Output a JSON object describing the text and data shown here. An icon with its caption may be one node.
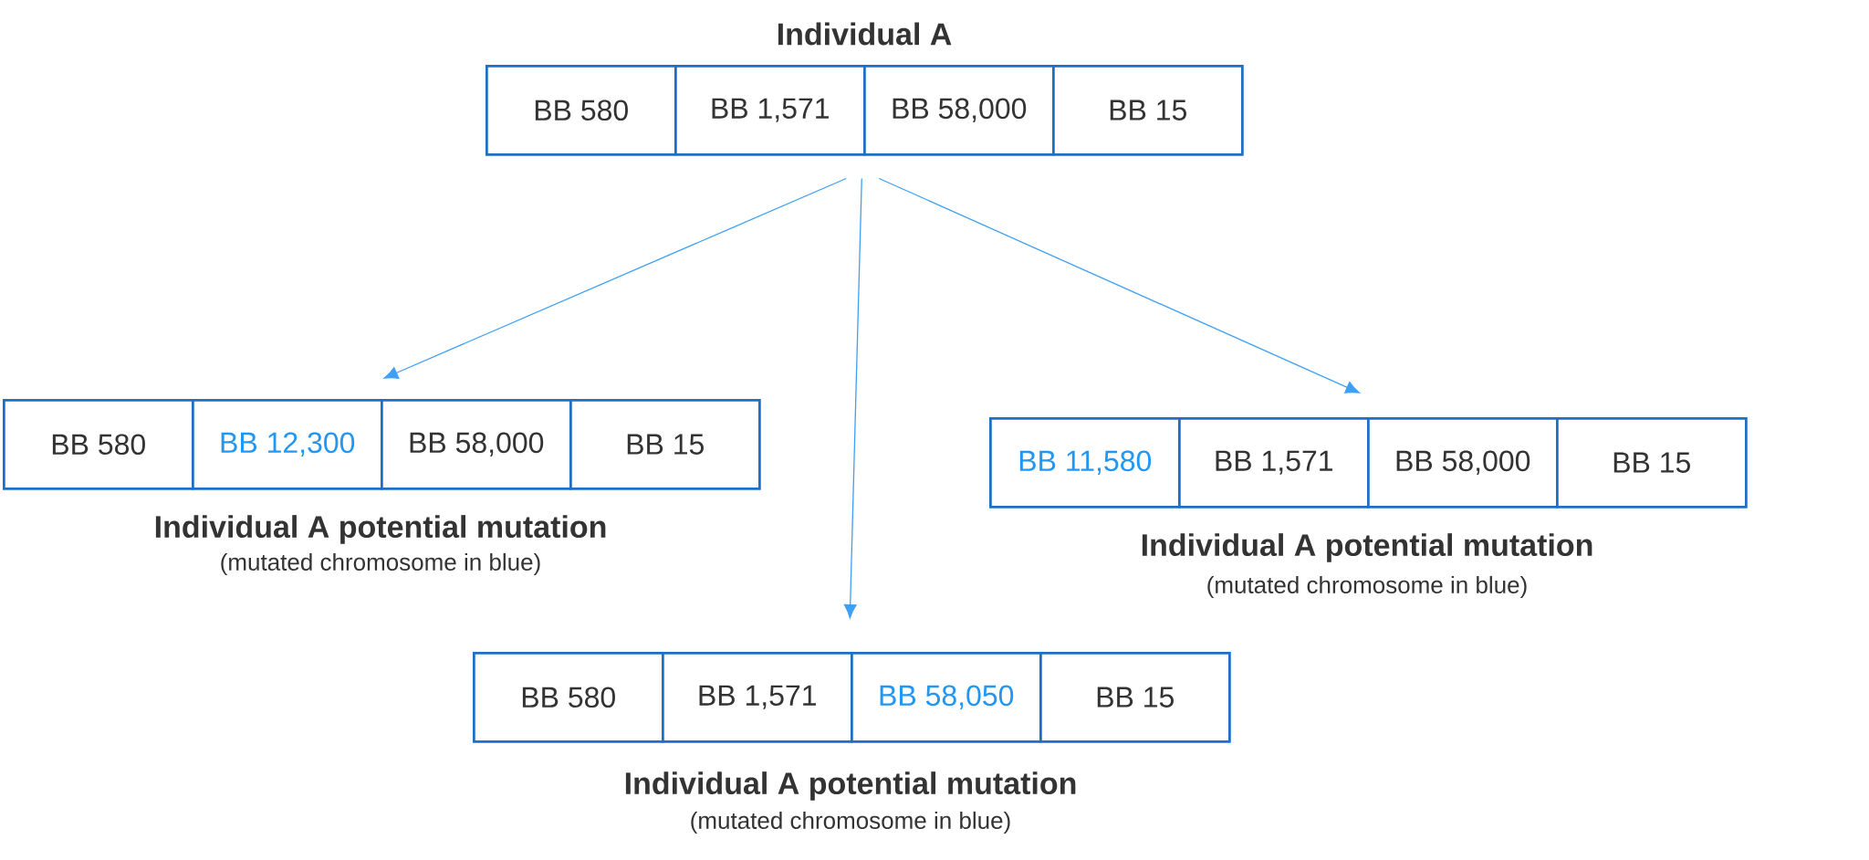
{
  "diagram": {
    "nodes": [
      {
        "text": [
          "Individual A"
        ]
      },
      {
        "text": [
          "BB 580"
        ],
        "in": 0
      },
      {
        "text": [
          "BB 1,571"
        ],
        "in": 0
      },
      {
        "text": [
          "BB 58,000"
        ],
        "in": 0
      },
      {
        "text": [
          "BB 15"
        ],
        "in": 0
      },
      {
        "text": [
          "Individual A potential mutation",
          "(mutated chromosome in blue)"
        ]
      },
      {
        "text": [
          "BB 580"
        ],
        "in": 5
      },
      {
        "text": [
          "BB 12,300"
        ],
        "in": 5
      },
      {
        "text": [
          "BB 58,000"
        ],
        "in": 5
      },
      {
        "text": [
          "BB 15"
        ],
        "in": 5
      },
      {
        "text": [
          "Individual A potential mutation",
          "(mutated chromosome in blue)"
        ]
      },
      {
        "text": [
          "BB 11,580"
        ],
        "in": 10
      },
      {
        "text": [
          "BB 1,571"
        ],
        "in": 10
      },
      {
        "text": [
          "BB 58,000"
        ],
        "in": 10
      },
      {
        "text": [
          "BB 15"
        ],
        "in": 10
      },
      {
        "text": [
          "Individual A potential mutation",
          "(mutated chromosome in blue)"
        ]
      },
      {
        "text": [
          "BB 580"
        ],
        "in": 15
      },
      {
        "text": [
          "BB 1,571"
        ],
        "in": 15
      },
      {
        "text": [
          "BB 58,050"
        ],
        "in": 15
      },
      {
        "text": [
          "BB 15"
        ],
        "in": 15
      }
    ],
    "edges": [
      {
        "from": 0,
        "to": 5,
        "arrow": "to"
      },
      {
        "from": 0,
        "to": 10,
        "arrow": "to"
      },
      {
        "from": 0,
        "to": 15,
        "arrow": "to"
      }
    ]
  }
}
